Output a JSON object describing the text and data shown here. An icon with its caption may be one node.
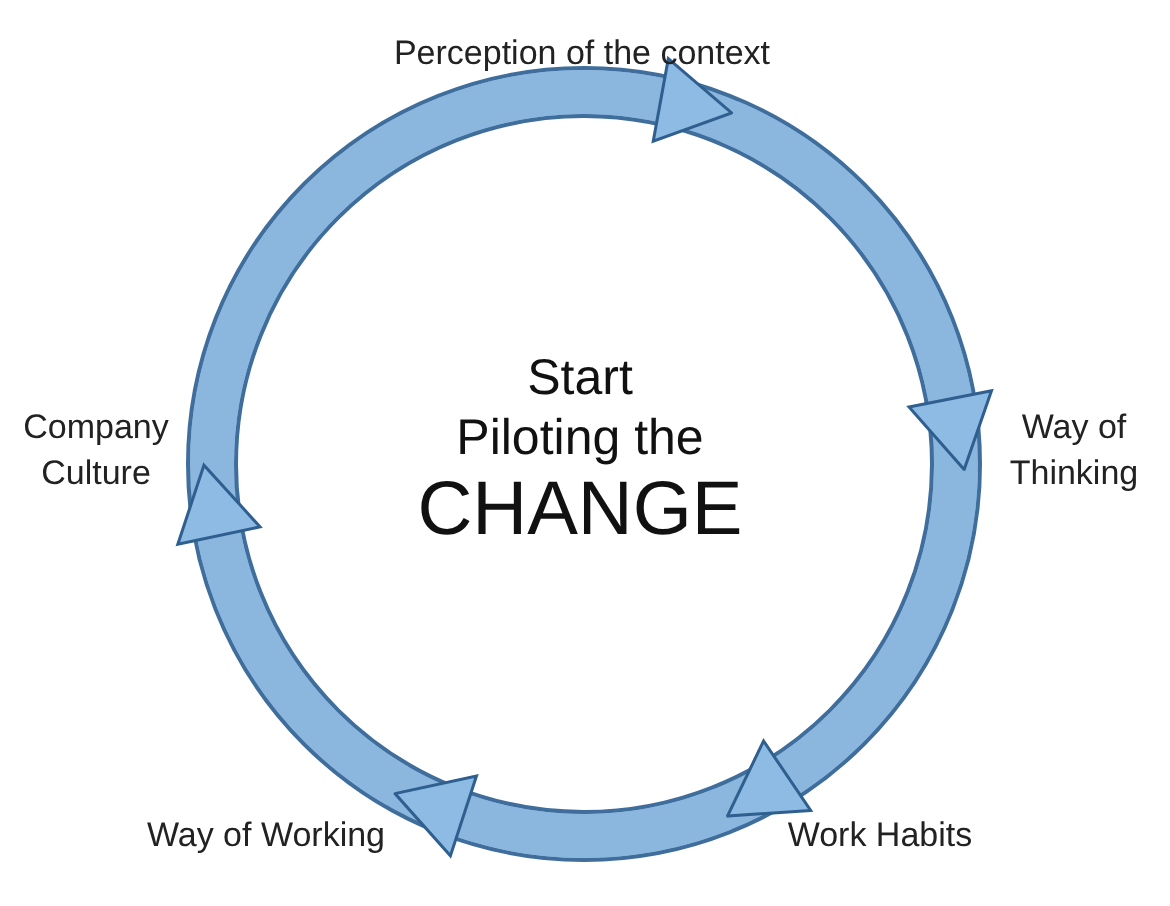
{
  "diagram": {
    "nodes": [
      {
        "text": [
          "Perception of the context"
        ]
      },
      {
        "text": [
          "Way of Thinking"
        ]
      },
      {
        "text": [
          "Work Habits"
        ]
      },
      {
        "text": [
          "Way of Working"
        ]
      },
      {
        "text": [
          "Company Culture"
        ]
      }
    ],
    "edges": [
      {
        "from": 4,
        "to": 0,
        "arrow": "to"
      },
      {
        "from": 0,
        "to": 1,
        "arrow": "to"
      },
      {
        "from": 1,
        "to": 2,
        "arrow": "to"
      },
      {
        "from": 2,
        "to": 3,
        "arrow": "to"
      },
      {
        "from": 3,
        "to": 4,
        "arrow": "to"
      }
    ],
    "labels": [
      "Start",
      "Piloting the",
      "CHANGE"
    ]
  }
}
